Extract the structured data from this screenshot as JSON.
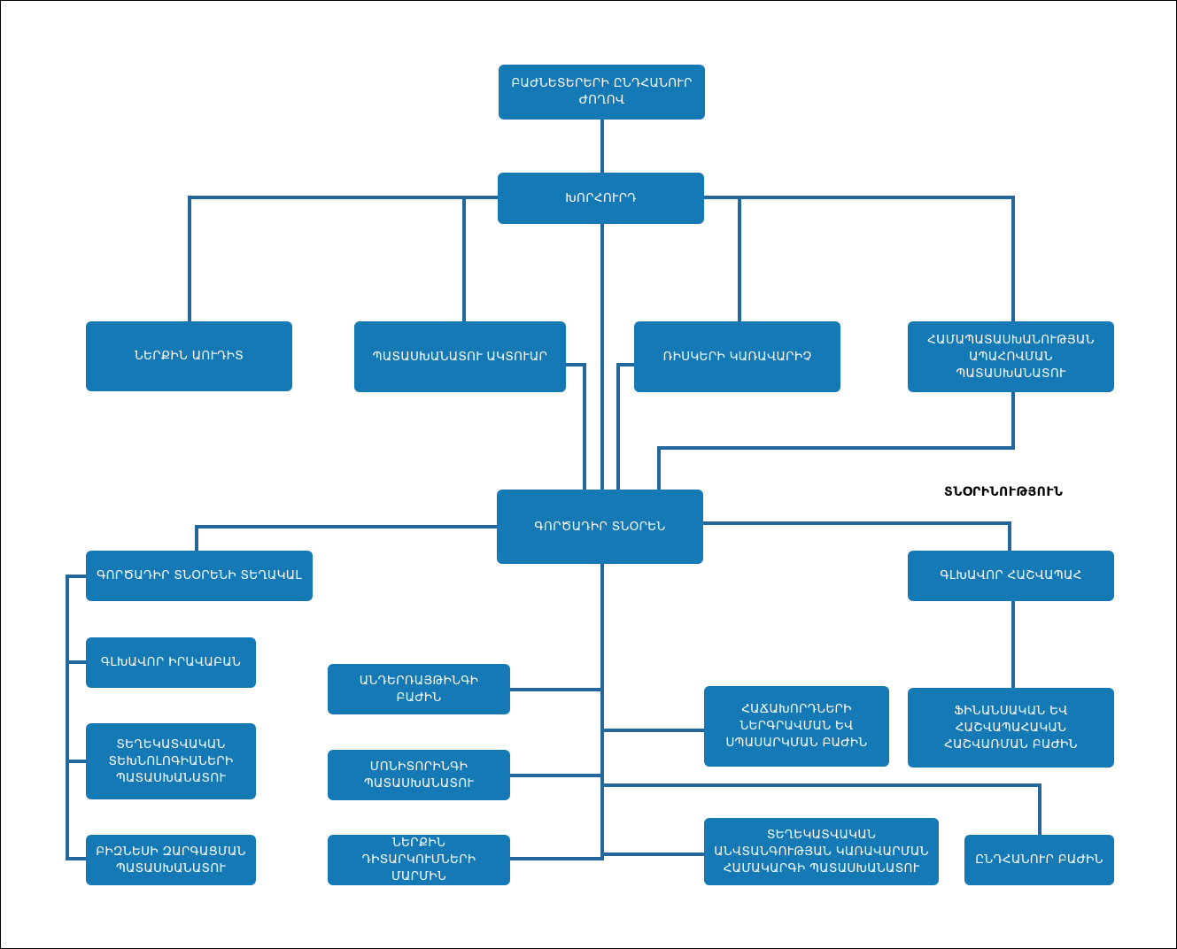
{
  "colors": {
    "box": "#1479b5",
    "line": "#24679b",
    "text": "#ffffff",
    "border": "#000000"
  },
  "caption": "ՏՆՕՐԻՆՈՒԹՅՈՒՆ",
  "nodes": {
    "shareholders_meeting": "ԲԱԺՆԵՏԵՐԵՐԻ ԸՆԴՀԱՆՈՒՐ ԺՈՂՈՎ",
    "board": "ԽՈՐՀՈՒՐԴ",
    "internal_audit": "ՆԵՐՔԻՆ ԱՈՒԴԻՏ",
    "actuary": "ՊԱՏԱՍԽԱՆԱՏՈՒ ԱԿՏՈՒԱՐ",
    "risk_manager": "ՌԻՍԿԵՐԻ ԿԱՌԱՎԱՐԻՉ",
    "compliance": "ՀԱՄԱՊԱՏԱՍԽԱՆՈՒԹՅԱՆ ԱՊԱՀՈՎՄԱՆ ՊԱՏԱՍԽԱՆԱՏՈՒ",
    "ceo": "ԳՈՐԾԱԴԻՐ ՏՆՕՐԵՆ",
    "deputy_ceo": "ԳՈՐԾԱԴԻՐ ՏՆՕՐԵՆԻ ՏԵՂԱԿԱԼ",
    "chief_accountant": "ԳԼԽԱՎՈՐ ՀԱՇՎԱՊԱՀ",
    "chief_lawyer": "ԳԼԽԱՎՈՐ ԻՐԱՎԱԲԱՆ",
    "it_officer": "ՏԵՂԵԿԱՏՎԱԿԱՆ ՏԵԽՆՈԼՈԳԻԱՆԵՐԻ ՊԱՏԱՍԽԱՆԱՏՈՒ",
    "business_dev": "ԲԻԶՆԵՍԻ ԶԱՐԳԱՑՄԱՆ ՊԱՏԱՍԽԱՆԱՏՈՒ",
    "underwriting": "ԱՆԴԵՐՌԱՅԹԻՆԳԻ ԲԱԺԻՆ",
    "monitoring": "ՄՈՆԻՏՈՐԻՆԳԻ ՊԱՏԱՍԽԱՆԱՏՈՒ",
    "internal_investigations": "ՆԵՐՔԻՆ ԴԻՏԱՐԿՈՒՄՆԵՐԻ ՄԱՐՄԻՆ",
    "client_service": "ՀԱՃԱԽՈՐԴՆԵՐԻ ՆԵՐԳՐԱՎՄԱՆ ԵՎ ՍՊԱՍԱՐԿՄԱՆ ԲԱԺԻՆ",
    "infosec": "ՏԵՂԵԿԱՏՎԱԿԱՆ ԱՆՎՏԱՆԳՈՒԹՅԱՆ ԿԱՌԱՎԱՐՄԱՆ ՀԱՄԱԿԱՐԳԻ ՊԱՏԱՍԽԱՆԱՏՈՒ",
    "finance_accounting": "ՖԻՆԱՆՍԱԿԱՆ ԵՎ ՀԱՇՎԱՊԱՀԱԿԱՆ ՀԱՇՎԱՌՄԱՆ ԲԱԺԻՆ",
    "general_dept": "ԸՆԴՀԱՆՈՒՐ ԲԱԺԻՆ"
  }
}
